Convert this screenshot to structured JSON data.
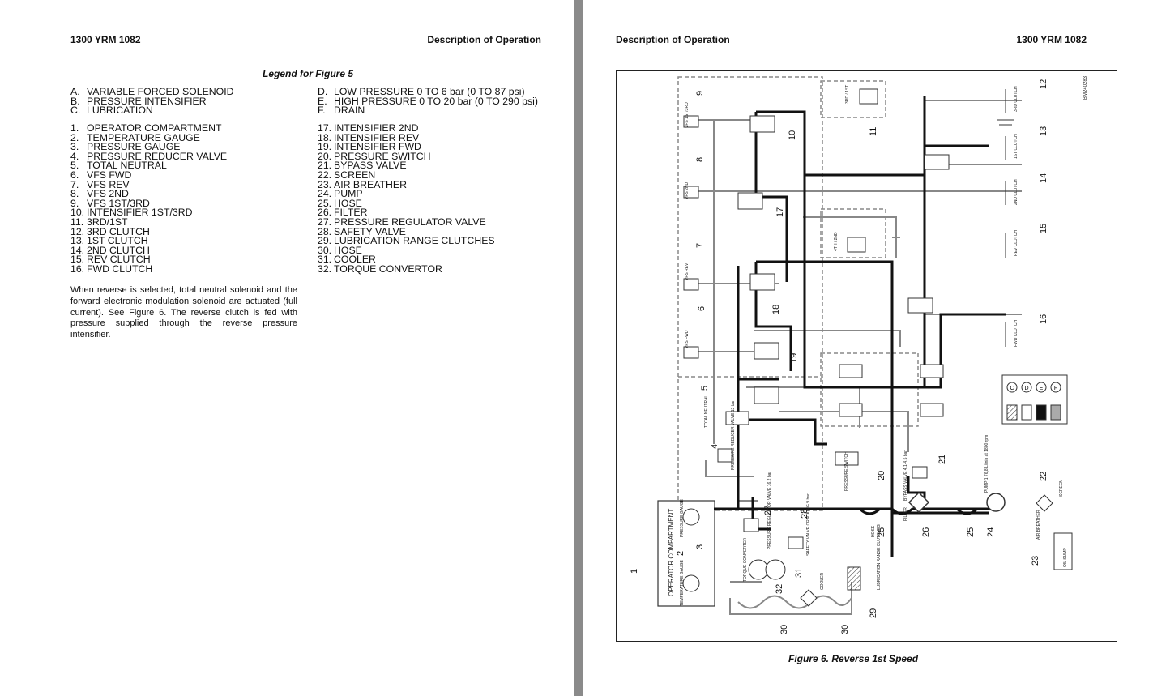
{
  "left_page": {
    "header_left": "1300 YRM 1082",
    "header_right": "Description of Operation",
    "legend_title": "Legend for Figure 5",
    "legend_letters_left": [
      {
        "key": "A.",
        "text": "VARIABLE FORCED SOLENOID"
      },
      {
        "key": "B.",
        "text": "PRESSURE INTENSIFIER"
      },
      {
        "key": "C.",
        "text": "LUBRICATION"
      }
    ],
    "legend_letters_right": [
      {
        "key": "D.",
        "text": "LOW PRESSURE 0 TO 6 bar (0 TO 87 psi)"
      },
      {
        "key": "E.",
        "text": "HIGH PRESSURE 0 TO 20 bar (0 TO 290 psi)"
      },
      {
        "key": "F.",
        "text": "DRAIN"
      }
    ],
    "legend_numbers_left": [
      {
        "key": "1.",
        "text": "OPERATOR COMPARTMENT"
      },
      {
        "key": "2.",
        "text": "TEMPERATURE GAUGE"
      },
      {
        "key": "3.",
        "text": "PRESSURE GAUGE"
      },
      {
        "key": "4.",
        "text": "PRESSURE REDUCER VALVE"
      },
      {
        "key": "5.",
        "text": "TOTAL NEUTRAL"
      },
      {
        "key": "6.",
        "text": "VFS FWD"
      },
      {
        "key": "7.",
        "text": "VFS REV"
      },
      {
        "key": "8.",
        "text": "VFS 2ND"
      },
      {
        "key": "9.",
        "text": "VFS 1ST/3RD"
      },
      {
        "key": "10.",
        "text": "INTENSIFIER 1ST/3RD"
      },
      {
        "key": "11.",
        "text": "3RD/1ST"
      },
      {
        "key": "12.",
        "text": "3RD CLUTCH"
      },
      {
        "key": "13.",
        "text": "1ST CLUTCH"
      },
      {
        "key": "14.",
        "text": "2ND CLUTCH"
      },
      {
        "key": "15.",
        "text": "REV CLUTCH"
      },
      {
        "key": "16.",
        "text": "FWD CLUTCH"
      }
    ],
    "legend_numbers_right": [
      {
        "key": "17.",
        "text": "INTENSIFIER 2ND"
      },
      {
        "key": "18.",
        "text": "INTENSIFIER REV"
      },
      {
        "key": "19.",
        "text": "INTENSIFIER FWD"
      },
      {
        "key": "20.",
        "text": "PRESSURE SWITCH"
      },
      {
        "key": "21.",
        "text": "BYPASS VALVE"
      },
      {
        "key": "22.",
        "text": "SCREEN"
      },
      {
        "key": "23.",
        "text": "AIR BREATHER"
      },
      {
        "key": "24.",
        "text": "PUMP"
      },
      {
        "key": "25.",
        "text": "HOSE"
      },
      {
        "key": "26.",
        "text": "FILTER"
      },
      {
        "key": "27.",
        "text": "PRESSURE REGULATOR VALVE"
      },
      {
        "key": "28.",
        "text": "SAFETY VALVE"
      },
      {
        "key": "29.",
        "text": "LUBRICATION RANGE CLUTCHES"
      },
      {
        "key": "30.",
        "text": "HOSE"
      },
      {
        "key": "31.",
        "text": "COOLER"
      },
      {
        "key": "32.",
        "text": "TORQUE CONVERTOR"
      }
    ],
    "paragraph": "When reverse is selected, total neutral solenoid and the forward electronic modulation solenoid are actuated (full current). See Figure 6. The reverse clutch is fed with pressure supplied through the reverse pressure intensifier."
  },
  "right_page": {
    "header_left": "Description of Operation",
    "header_right": "1300 YRM 1082",
    "figure_caption": "Figure 6. Reverse 1st Speed",
    "diagram": {
      "id": "BM240283",
      "callouts": [
        "1",
        "2",
        "3",
        "4",
        "5",
        "6",
        "7",
        "8",
        "9",
        "10",
        "11",
        "12",
        "13",
        "14",
        "15",
        "16",
        "17",
        "18",
        "19",
        "20",
        "21",
        "22",
        "23",
        "24",
        "25",
        "25",
        "26",
        "27",
        "28",
        "29",
        "30",
        "30",
        "31",
        "32"
      ],
      "labels": {
        "operator_compartment": "OPERATOR COMPARTMENT",
        "pressure_gauge": "PRESSURE GAUGE",
        "temperature_gauge": "TEMPERATURE GAUGE",
        "clutch_3rd": "3RD CLUTCH",
        "clutch_1st": "1ST CLUTCH",
        "clutch_2nd": "2ND CLUTCH",
        "clutch_rev": "REV CLUTCH",
        "clutch_fwd": "FWD CLUTCH",
        "vfs_1st3rd": "VFS 1ST/3RD",
        "vfs_2nd": "VFS 2ND",
        "vfs_rev": "VFS REV",
        "vfs_fwd": "VFS FWD",
        "v_3rd1st": "3RD / 1ST",
        "v_4th2nd": "4TH / 2ND",
        "total_neutral": "TOTAL NEUTRAL",
        "pressure_reducer": "PRESSURE REDUCER VALVE 13 bar",
        "pressure_switch": "PRESSURE SWITCH",
        "bypass_valve": "BYPASS VALVE 4,1-4,5 bar",
        "filter": "FILTER",
        "pump": "PUMP 1 76,8 L/min at 1800 rpm",
        "screen": "SCREEN",
        "air_breather": "AIR BREATHER",
        "oil_sump": "OIL SUMP",
        "hose": "HOSE",
        "pressure_regulator": "PRESSURE REGULATOR VALVE 16,2 bar",
        "safety_valve": "SAFETY VALVE CRACKING 9 bar",
        "torque_converter": "TORQUE CONVERTER",
        "cooler": "COOLER",
        "lubrication": "LUBRICATION RANGE CLUTCHES"
      },
      "legend_keys": [
        "C",
        "D",
        "E",
        "F"
      ]
    }
  }
}
